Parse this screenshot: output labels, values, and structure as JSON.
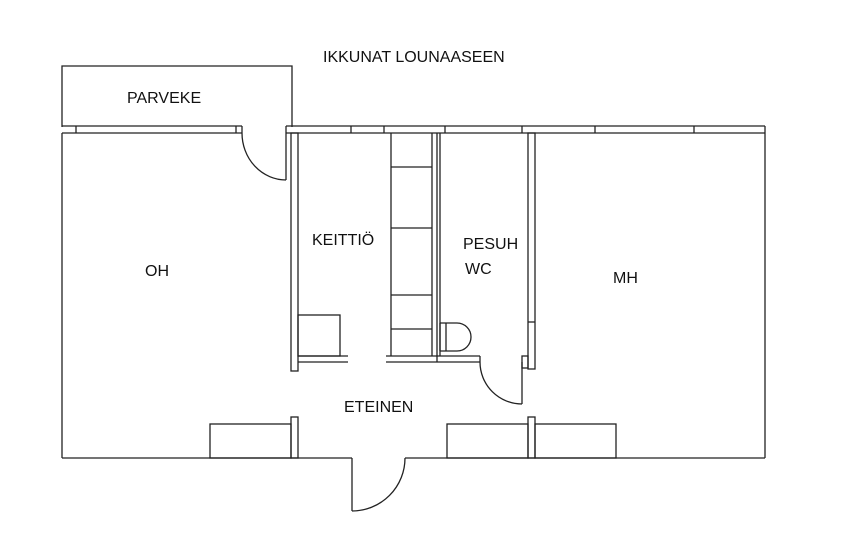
{
  "title": "IKKUNAT LOUNAASEEN",
  "colors": {
    "background": "#ffffff",
    "line": "#222222",
    "text": "#111111"
  },
  "rooms": [
    {
      "id": "parveke",
      "label": "PARVEKE"
    },
    {
      "id": "oh",
      "label": "OH"
    },
    {
      "id": "keittio",
      "label": "KEITTIÖ"
    },
    {
      "id": "pesuh",
      "label": "PESUH"
    },
    {
      "id": "wc",
      "label": "WC"
    },
    {
      "id": "mh",
      "label": "MH"
    },
    {
      "id": "eteinen",
      "label": "ETEINEN"
    }
  ],
  "icons": {
    "door_swing": "door-arc",
    "toilet": "toilet-symbol",
    "window": "window-symbol",
    "cabinet": "cabinet-box"
  }
}
